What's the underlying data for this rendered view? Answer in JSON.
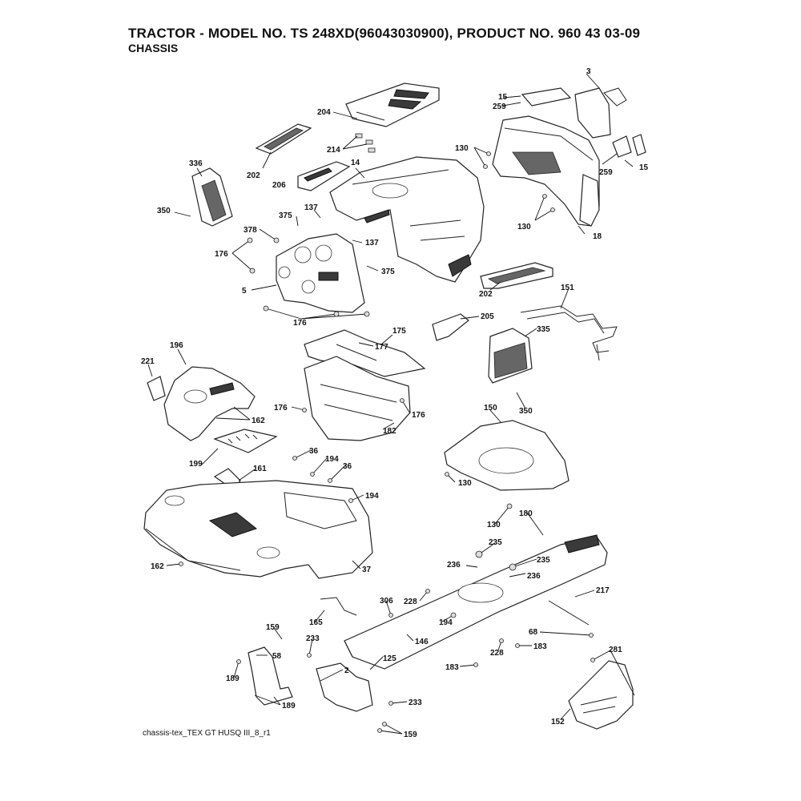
{
  "header": {
    "title": "TRACTOR - MODEL NO. TS 248XD(96043030900), PRODUCT NO. 960 43 03-09",
    "subtitle": "CHASSIS"
  },
  "footer": {
    "reference": "chassis-tex_TEX GT HUSQ III_8_r1"
  },
  "callouts": [
    "3",
    "15",
    "259",
    "204",
    "130",
    "214",
    "336",
    "202",
    "206",
    "14",
    "259",
    "15",
    "350",
    "375",
    "137",
    "130",
    "18",
    "378",
    "137",
    "176",
    "375",
    "5",
    "202",
    "151",
    "176",
    "175",
    "177",
    "205",
    "335",
    "196",
    "221",
    "162",
    "176",
    "176",
    "182",
    "350",
    "150",
    "36",
    "194",
    "36",
    "199",
    "161",
    "194",
    "130",
    "130",
    "180",
    "235",
    "236",
    "235",
    "236",
    "162",
    "37",
    "217",
    "306",
    "228",
    "194",
    "159",
    "165",
    "233",
    "146",
    "68",
    "183",
    "58",
    "125",
    "228",
    "183",
    "281",
    "189",
    "2",
    "189",
    "233",
    "152",
    "159"
  ]
}
